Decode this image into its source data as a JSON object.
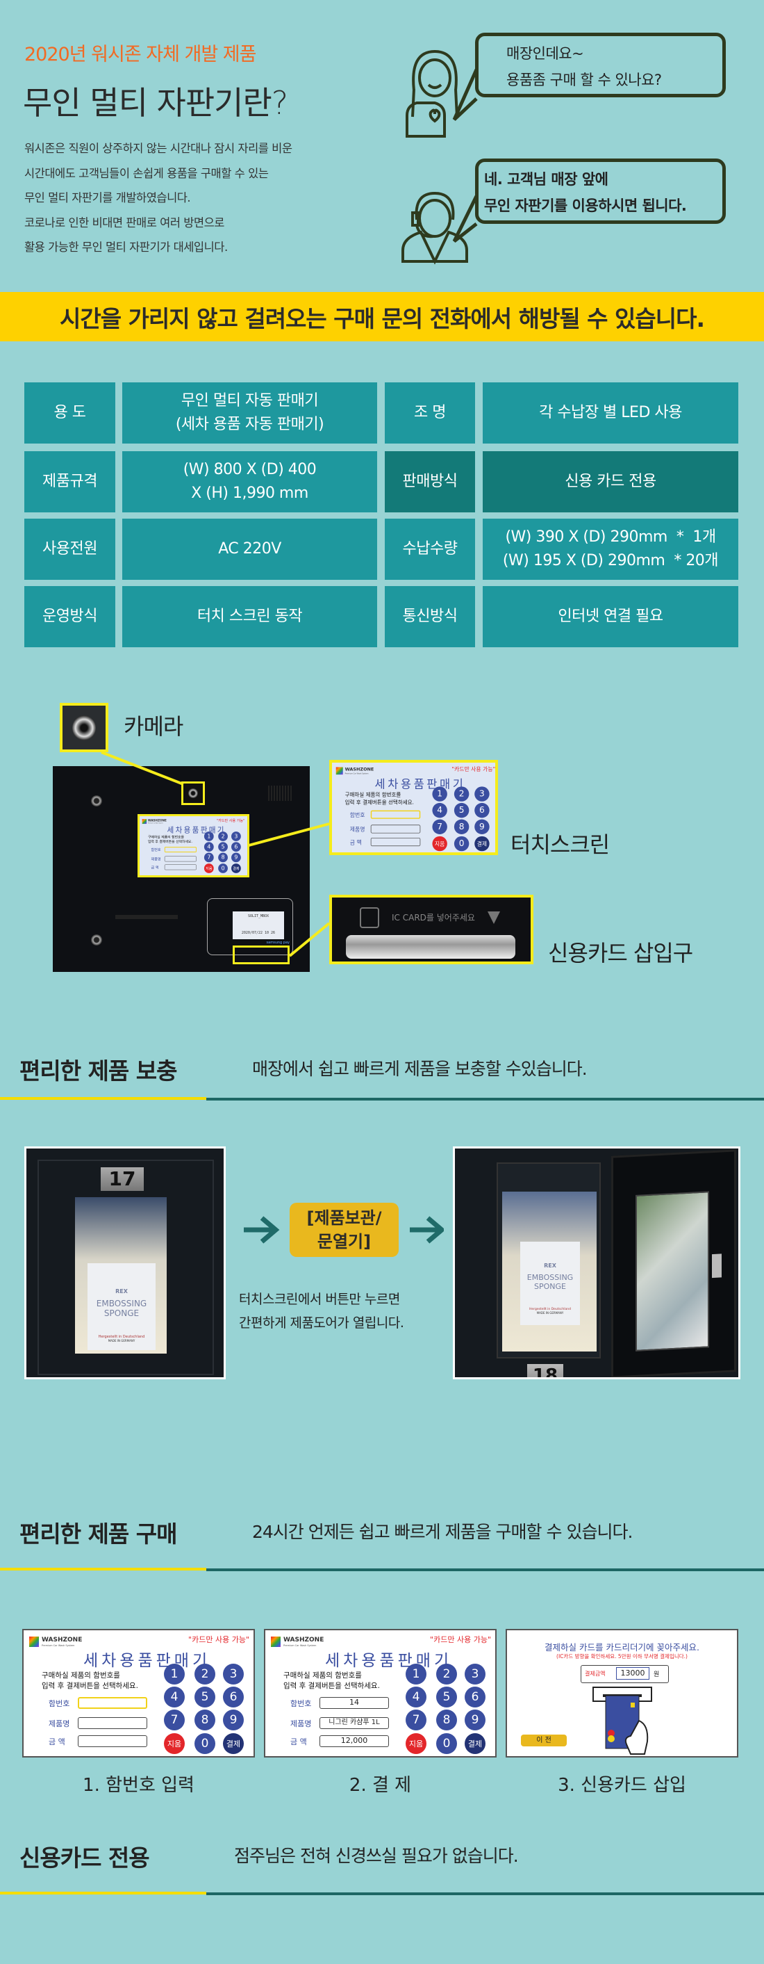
{
  "intro": {
    "kicker": "2020년 워시존 자체 개발 제품",
    "title": "무인 멀티 자판기란?",
    "paragraph": [
      "워시존은 직원이 상주하지 않는 시간대나 잠시 자리를 비운",
      "시간대에도 고객님들이 손쉽게 용품을 구매할 수 있는",
      "무인 멀티 자판기를 개발하였습니다.",
      "코로나로 인한 비대면 판매로 여러 방면으로",
      "활용 가능한 무인 멀티 자판기가 대세입니다."
    ],
    "bubble_customer": [
      "매장인데요~",
      "용품좀 구매 할 수 있나요?"
    ],
    "bubble_agent": [
      "네. 고객님 매장 앞에",
      "무인 자판기를 이용하시면 됩니다."
    ]
  },
  "banner": "시간을 가리지 않고 걸려오는 구매 문의 전화에서 해방될 수 있습니다.",
  "specs": [
    {
      "label": "용 도",
      "value": [
        "무인 멀티 자동 판매기",
        "(세차 용품 자동 판매기)"
      ]
    },
    {
      "label": "조 명",
      "value": [
        "각 수납장 별 LED 사용"
      ]
    },
    {
      "label": "제품규격",
      "value": [
        "(W) 800 X (D) 400",
        "X (H) 1,990 mm"
      ]
    },
    {
      "label": "판매방식",
      "value": [
        "신용 카드 전용"
      ]
    },
    {
      "label": "사용전원",
      "value": [
        "AC 220V"
      ]
    },
    {
      "label": "수납수량",
      "value": [
        "(W) 390 X (D) 290mm  *  1개",
        "(W) 195 X (D) 290mm  * 20개"
      ]
    },
    {
      "label": "운영방식",
      "value": [
        "터치 스크린 동작"
      ]
    },
    {
      "label": "통신방식",
      "value": [
        "인터넷 연결 필요"
      ]
    }
  ],
  "machine": {
    "camera_label": "카메라",
    "touch_label": "터치스크린",
    "card_label": "신용카드 삽입구",
    "card_slot_text": "IC CARD를 넣어주세요",
    "reader_display": [
      "SOLIT_MBOX",
      "2020/07/22 10 26"
    ],
    "reader_brand": "samsung pay"
  },
  "restock": {
    "heading": "편리한 제품 보충",
    "subtitle": "매장에서 쉽고 빠르게 제품을 보충할 수있습니다.",
    "step_box": [
      "[제품보관/",
      "문열기]"
    ],
    "desc": [
      "터치스크린에서 버튼만 누르면",
      "간편하게 제품도어가 열립니다."
    ],
    "locker_left": "17",
    "locker_right": "18",
    "product": {
      "brand": "REX",
      "name": [
        "EMBOSSING",
        "SPONGE"
      ],
      "origin": "Hergestellt in Deutschland",
      "made": "MADE IN GERMANY"
    }
  },
  "purchase": {
    "heading": "편리한 제품 구매",
    "subtitle": "24시간 언제든 쉽고 빠르게 제품을 구매할 수 있습니다.",
    "screen": {
      "brand": "WASHZONE",
      "tagline": "Premium Car Wash System",
      "note": "\"카드만 사용 가능\"",
      "title": "세차용품판매기",
      "instruction": [
        "구매하실 제품의 함번호를",
        "입력 후 결제버튼을 선택하세요."
      ],
      "labels": [
        "함번호",
        "제품명",
        "금  액"
      ],
      "keys": [
        "1",
        "2",
        "3",
        "4",
        "5",
        "6",
        "7",
        "8",
        "9",
        "지움",
        "0",
        "결제"
      ]
    },
    "screen2_values": [
      "14",
      "니그린 카샴푸 1L",
      "12,000"
    ],
    "screen3": {
      "line1": "결제하실 카드를 카드리더기에 꽂아주세요.",
      "line2": "(IC카드 방향을 확인하세요. 5만원 이하 무서명 결제입니다.)",
      "amount_label": "결제금액",
      "amount": "13000",
      "unit": "원",
      "back": "이 전"
    },
    "captions": [
      "1. 함번호 입력",
      "2. 결 제",
      "3. 신용카드 삽입"
    ]
  },
  "card_only": {
    "heading": "신용카드 전용",
    "subtitle": "점주님은 전혀 신경쓰실 필요가 없습니다."
  },
  "colors": {
    "background": "#98d3d4",
    "cell": "#1e989e",
    "cell_dark": "#137a78",
    "banner": "#fed100",
    "accent": "#f26a23",
    "keypad": "#3a4ea0"
  }
}
